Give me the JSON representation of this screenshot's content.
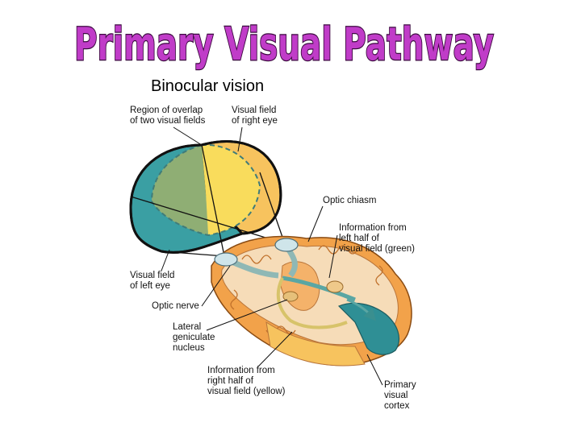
{
  "title": "Primary Visual Pathway",
  "subtitle": "Binocular vision",
  "labels": {
    "overlap": "Region of overlap\nof two visual fields",
    "right_field": "Visual field\nof right eye",
    "optic_chiasm": "Optic chiasm",
    "info_left": "Information from\nleft half of\nvisual field (green)",
    "left_field": "Visual field\nof left eye",
    "optic_nerve": "Optic nerve",
    "lgn": "Lateral\ngeniculate\nnucleus",
    "info_right": "Information from\nright half of\nvisual field (yellow)",
    "cortex": "Primary\nvisual\ncortex"
  },
  "colors": {
    "title_fill": "#c03cc8",
    "title_stroke": "#3a0a3e",
    "green_field": "#8fae74",
    "yellow_field": "#f9dc5c",
    "orange_field": "#f7c35e",
    "teal_field": "#3a9fa3",
    "brain_cream": "#f6dcb8",
    "brain_orange": "#f2a24a"
  }
}
